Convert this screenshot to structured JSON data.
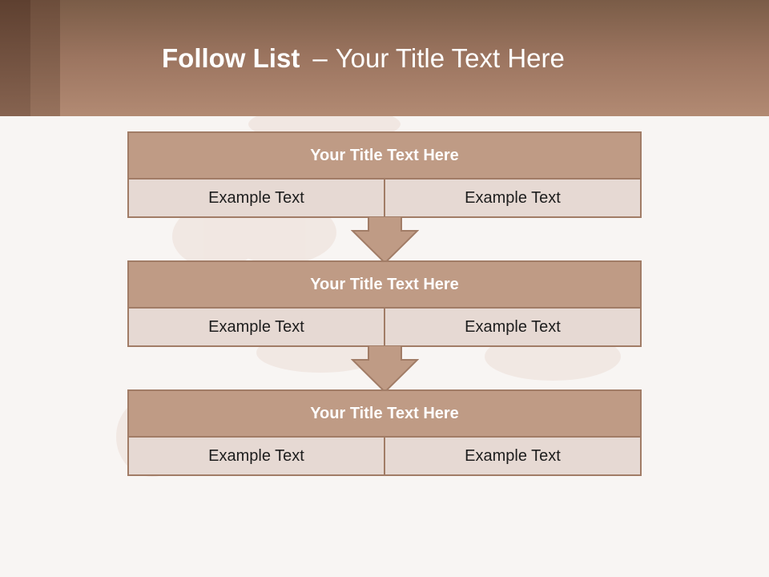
{
  "slide": {
    "heading_bold": "Follow List",
    "heading_dash": "–",
    "heading_rest": "Your Title Text Here"
  },
  "steps": [
    {
      "title": "Your Title Text Here",
      "left": "Example Text",
      "right": "Example Text"
    },
    {
      "title": "Your Title Text Here",
      "left": "Example Text",
      "right": "Example Text"
    },
    {
      "title": "Your Title Text Here",
      "left": "Example Text",
      "right": "Example Text"
    }
  ],
  "colors": {
    "header": "#9c7560",
    "box_title": "#bf9b85",
    "box_body": "#e6d9d3",
    "border": "#a17c66"
  }
}
